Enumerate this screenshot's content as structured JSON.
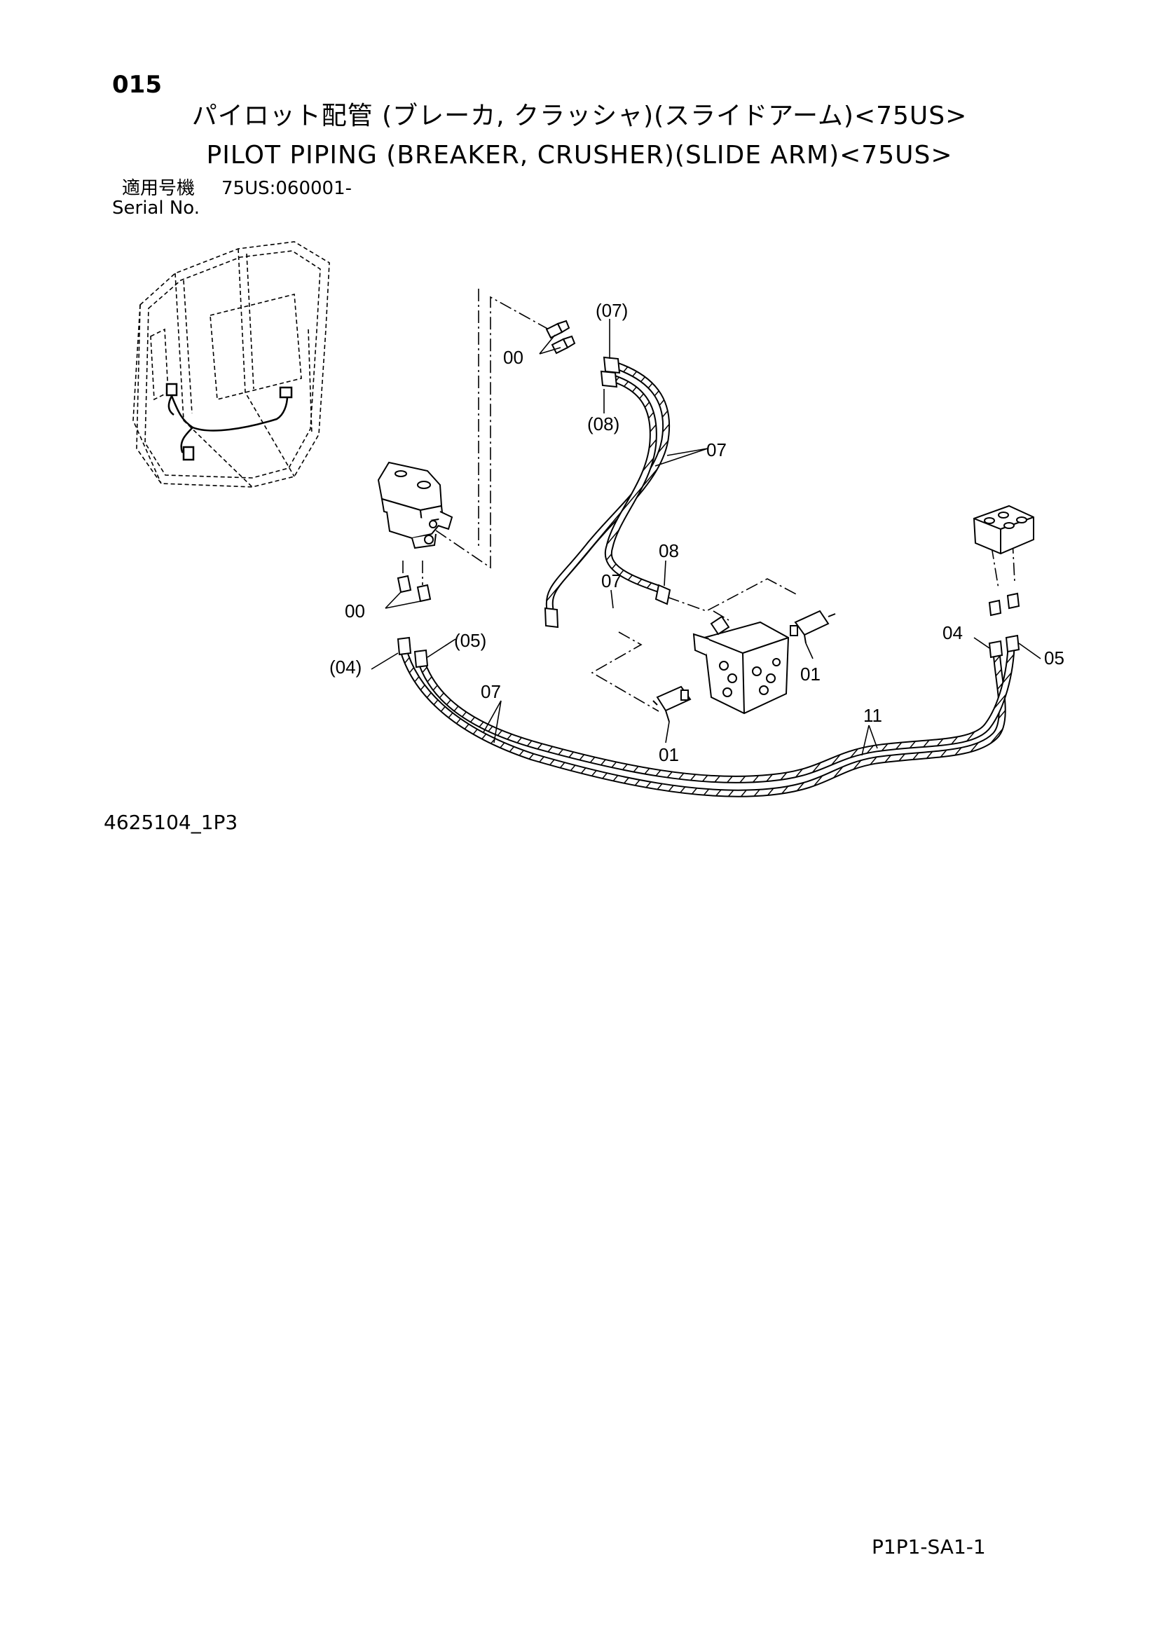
{
  "header": {
    "page_number": "015",
    "title_jp": "パイロット配管 (ブレーカ, クラッシャ)(スライドアーム)<75US>",
    "title_en": "PILOT PIPING (BREAKER, CRUSHER)(SLIDE ARM)<75US>",
    "serial_jp_label": "適用号機",
    "serial_value": "75US:060001-",
    "serial_en_label": "Serial No."
  },
  "diagram": {
    "callouts": {
      "c00_top": "00",
      "c07_paren": "(07)",
      "c08_paren": "(08)",
      "c07_right": "07",
      "c08": "08",
      "c07_mid": "07",
      "c00_left": "00",
      "c04_paren": "(04)",
      "c05_paren": "(05)",
      "c07_lower": "07",
      "c01_right": "01",
      "c01_bottom": "01",
      "c11": "11",
      "c04_right": "04",
      "c05_right": "05"
    }
  },
  "footer": {
    "drawing_number": "4625104_1P3",
    "page_code": "P1P1-SA1-1"
  }
}
